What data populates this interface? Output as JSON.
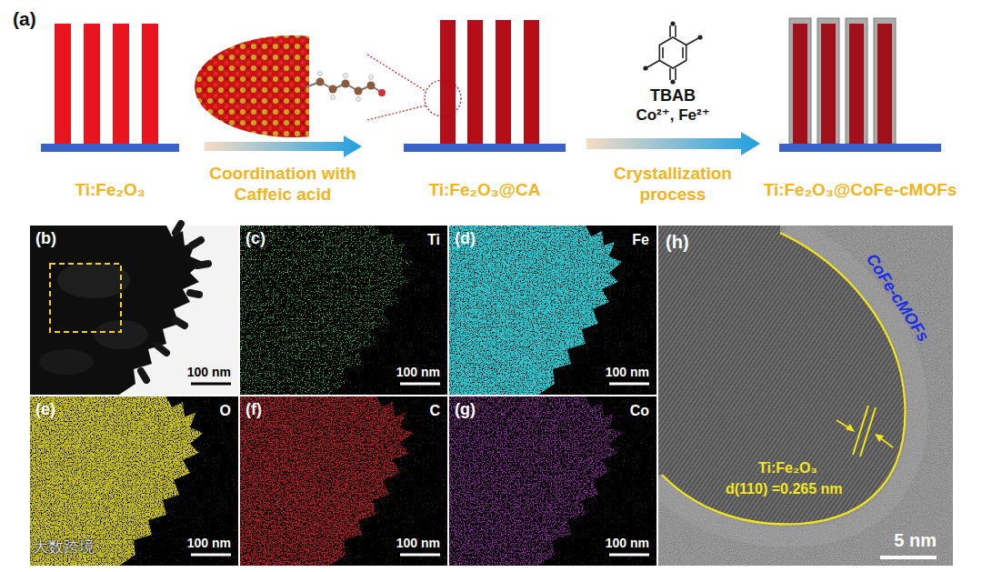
{
  "diagram": {
    "nodes": [
      {
        "text": [
          "(b)",
          "100 nm"
        ]
      },
      {
        "text": [
          "(c)",
          "Ti",
          "100 nm"
        ]
      },
      {
        "text": [
          "(d)",
          "Fe",
          "100 nm"
        ]
      },
      {
        "text": [
          "(h)",
          "CoFe-cMOFs",
          "Ti:Fe₂O₃",
          "d(110) =0.265 nm",
          "5 nm"
        ]
      },
      {
        "text": [
          "(e)",
          "O",
          "100 nm"
        ]
      },
      {
        "text": [
          "(f)",
          "C",
          "100 nm"
        ]
      },
      {
        "text": [
          "(g)",
          "Co",
          "100 nm"
        ]
      }
    ],
    "labels": [
      "(a)",
      "Ti:Fe₂O₃",
      "Coordination with Caffeic acid",
      "Ti:Fe₂O₃@CA",
      "TBAB",
      "Co²⁺, Fe²⁺",
      "Crystallization process",
      "Ti:Fe₂O₃@CoFe-cMOFs",
      "大数跨境"
    ]
  }
}
